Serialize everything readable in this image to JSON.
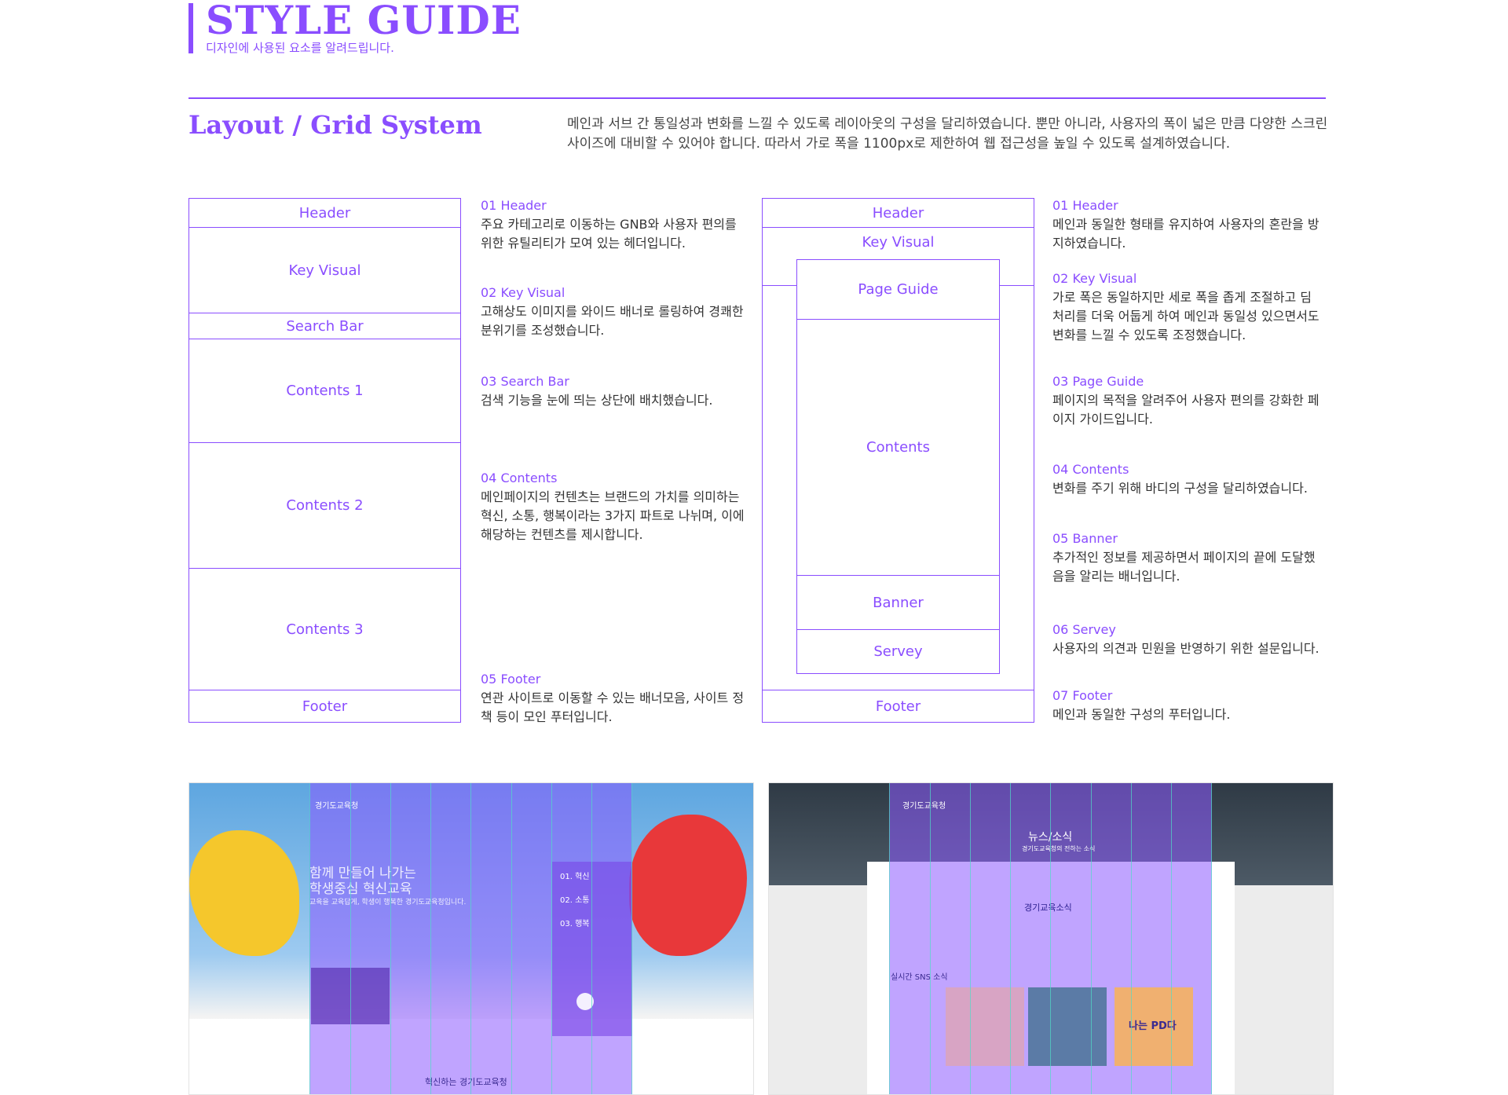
{
  "header": {
    "title": "STYLE GUIDE",
    "subtitle": "디자인에 사용된 요소를 알려드립니다."
  },
  "section": {
    "title": "Layout / Grid System",
    "description": "메인과 서브 간 통일성과 변화를 느낄 수 있도록 레이아웃의 구성을 달리하였습니다. 뿐만 아니라, 사용자의 폭이 넓은 만큼 다양한 스크린 사이즈에 대비할 수 있어야 합니다. 따라서 가로 폭을 1100px로 제한하여 웹 접근성을 높일 수 있도록 설계하였습니다."
  },
  "main_layout": {
    "boxes": [
      "Header",
      "Key Visual",
      "Search Bar",
      "Contents 1",
      "Contents 2",
      "Contents 3",
      "Footer"
    ],
    "descriptions": [
      {
        "title": "01 Header",
        "text": "주요 카테고리로 이동하는 GNB와 사용자 편의를 위한 유틸리티가 모여 있는 헤더입니다."
      },
      {
        "title": "02 Key Visual",
        "text": "고해상도 이미지를 와이드 배너로 롤링하여 경쾌한 분위기를 조성했습니다."
      },
      {
        "title": "03 Search Bar",
        "text": "검색 기능을 눈에 띄는 상단에 배치했습니다."
      },
      {
        "title": "04 Contents",
        "text": "메인페이지의 컨텐츠는 브랜드의 가치를 의미하는 혁신, 소통, 행복이라는 3가지 파트로 나뉘며, 이에 해당하는 컨텐츠를 제시합니다."
      },
      {
        "title": "05 Footer",
        "text": "연관 사이트로 이동할 수 있는 배너모음, 사이트 정책 등이 모인 푸터입니다."
      }
    ]
  },
  "sub_layout": {
    "boxes": [
      "Header",
      "Key Visual",
      "Page Guide",
      "Contents",
      "Banner",
      "Servey",
      "Footer"
    ],
    "descriptions": [
      {
        "title": "01 Header",
        "text": "메인과 동일한 형태를 유지하여 사용자의 혼란을 방지하였습니다."
      },
      {
        "title": "02 Key Visual",
        "text": "가로 폭은 동일하지만 세로 폭을 좁게 조절하고 딤 처리를 더욱 어둡게 하여 메인과 동일성 있으면서도 변화를 느낄 수 있도록 조정했습니다."
      },
      {
        "title": "03 Page Guide",
        "text": "페이지의 목적을 알려주어 사용자 편의를 강화한 페이지 가이드입니다."
      },
      {
        "title": "04 Contents",
        "text": "변화를 주기 위해 바디의 구성을 달리하였습니다."
      },
      {
        "title": "05 Banner",
        "text": "추가적인 정보를 제공하면서 페이지의 끝에 도달했음을 알리는 배너입니다."
      },
      {
        "title": "06 Servey",
        "text": "사용자의 의견과 민원을 반영하기 위한 설문입니다."
      },
      {
        "title": "07 Footer",
        "text": "메인과 동일한 구성의 푸터입니다."
      }
    ]
  },
  "screens": {
    "main": {
      "logo": "경기도교육청",
      "headline1": "함께 만들어 나가는",
      "headline2": "학생중심 혁신교육",
      "sub": "교육을 교육답게, 학생이 행복한 경기도교육청입니다.",
      "cards": [
        "01. 혁신",
        "02. 소통",
        "03. 행복"
      ],
      "footer_logo": "혁신하는 경기도교육청"
    },
    "sub": {
      "logo": "경기도교육청",
      "page_title": "뉴스/소식",
      "page_sub": "경기도교육청의 전하는 소식",
      "brand": "경기교육소식",
      "sns_title": "실시간 SNS 소식",
      "badge": "나는 PD다"
    }
  },
  "colors": {
    "accent": "#8a4dff",
    "overlay": "rgba(140, 90, 255, 0.55)"
  }
}
